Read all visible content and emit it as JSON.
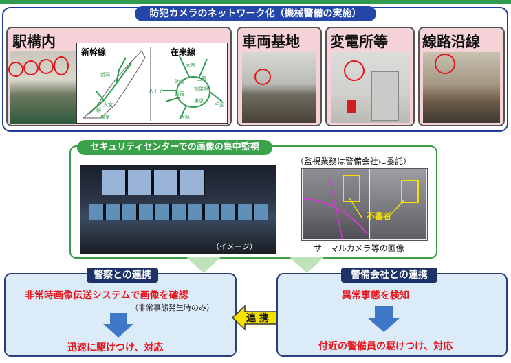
{
  "title": "防犯カメラのネットワーク化（機械警備の実施）",
  "locations": {
    "station": "駅構内",
    "depot": "車両基地",
    "substation": "変電所等",
    "trackside": "線路沿線"
  },
  "maps": {
    "shinkansen": {
      "title": "新幹線",
      "labels": [
        "新潟",
        "大宮",
        "上野",
        "東京"
      ]
    },
    "zairai": {
      "title": "在来線",
      "labels": [
        "大宮",
        "池袋",
        "新宿",
        "秋葉原",
        "上野",
        "八王子",
        "大船",
        "千葉",
        "東京"
      ]
    }
  },
  "center": {
    "title": "セキュリティセンターでの画像の集中監視",
    "outsourcing_note": "（監視業務は警備会社に委託）",
    "image_note": "（イメージ）",
    "thermal_caption": "サーマルカメラ等の画像",
    "intruder_label": "不審者"
  },
  "police": {
    "header": "警察との連携",
    "line1": "非常時画像伝送システムで画像を確認",
    "line1_note": "（非常事態発生時のみ）",
    "line2": "迅速に駆けつけ、対応"
  },
  "link_label": "連 携",
  "security": {
    "header": "警備会社との連携",
    "line1": "異常事態を検知",
    "line2": "付近の警備員の駆けつけ、対応"
  },
  "colors": {
    "navy": "#1f3c99",
    "green": "#3aa34a",
    "red": "#e8141b",
    "pink": "#f4d2d7",
    "lightblue": "#dcebf8",
    "arrow": "#3f78c9",
    "yellow": "#f5e000"
  }
}
